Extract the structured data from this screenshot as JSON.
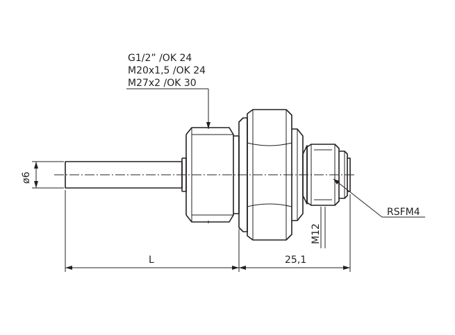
{
  "thread_options": [
    "G1/2” /OK 24",
    "M20x1,5 /OK 24",
    "M27x2 /OK 30"
  ],
  "diameter_label": "ø6",
  "length_label": "L",
  "connector_length_label": "25,1",
  "connector_thread_label": "M12",
  "connector_model_label": "RSFM4",
  "colors": {
    "line": "#231f20",
    "background": "#ffffff"
  }
}
